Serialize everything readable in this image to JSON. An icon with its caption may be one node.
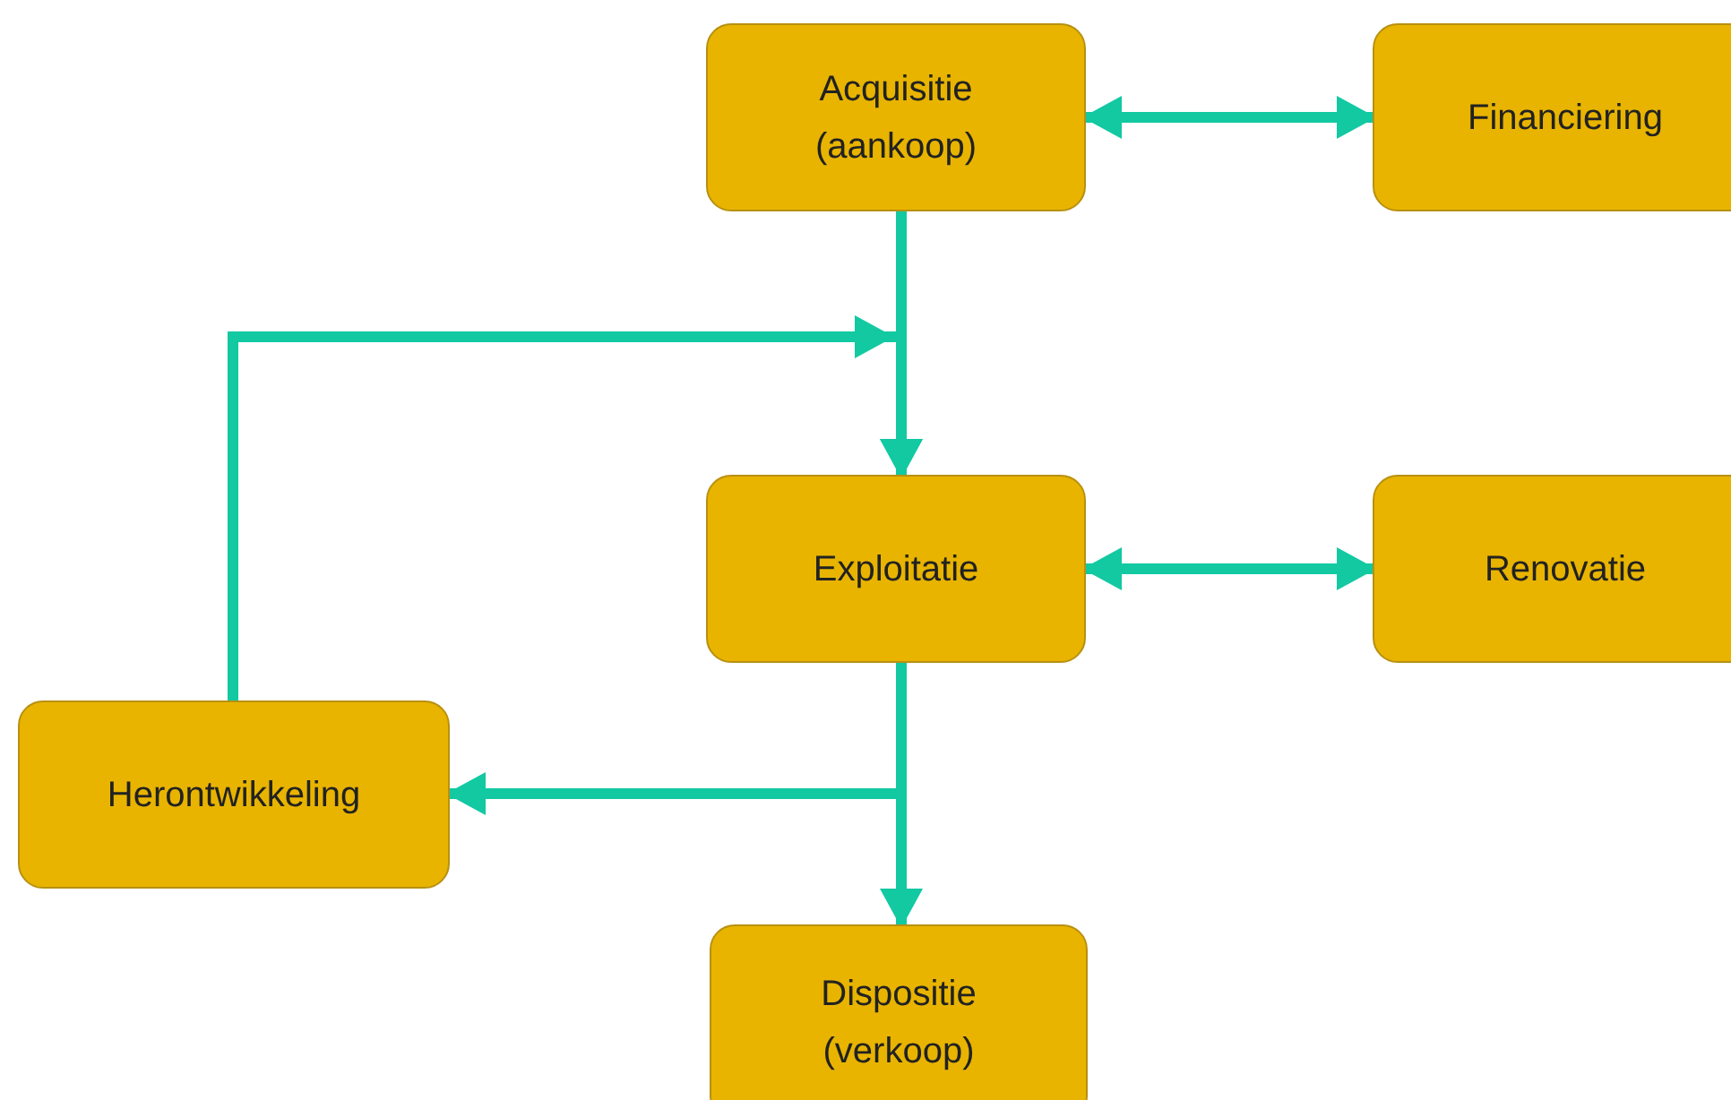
{
  "diagram": {
    "nodes": [
      {
        "text": [
          "Acquisitie (aankoop)"
        ]
      },
      {
        "text": [
          "Financiering"
        ]
      },
      {
        "text": [
          "Exploitatie"
        ]
      },
      {
        "text": [
          "Renovatie"
        ]
      },
      {
        "text": [
          "Herontwikkeling"
        ]
      },
      {
        "text": [
          "Dispositie (verkoop)"
        ]
      }
    ],
    "edges": [
      {
        "from": 0,
        "to": 1,
        "arrow": "both"
      },
      {
        "from": 0,
        "to": 2,
        "arrow": "to"
      },
      {
        "from": 4,
        "to": 2,
        "arrow": "to"
      },
      {
        "from": 2,
        "to": 3,
        "arrow": "both"
      },
      {
        "from": 2,
        "to": 4,
        "arrow": "to"
      },
      {
        "from": 2,
        "to": 5,
        "arrow": "to"
      }
    ]
  }
}
